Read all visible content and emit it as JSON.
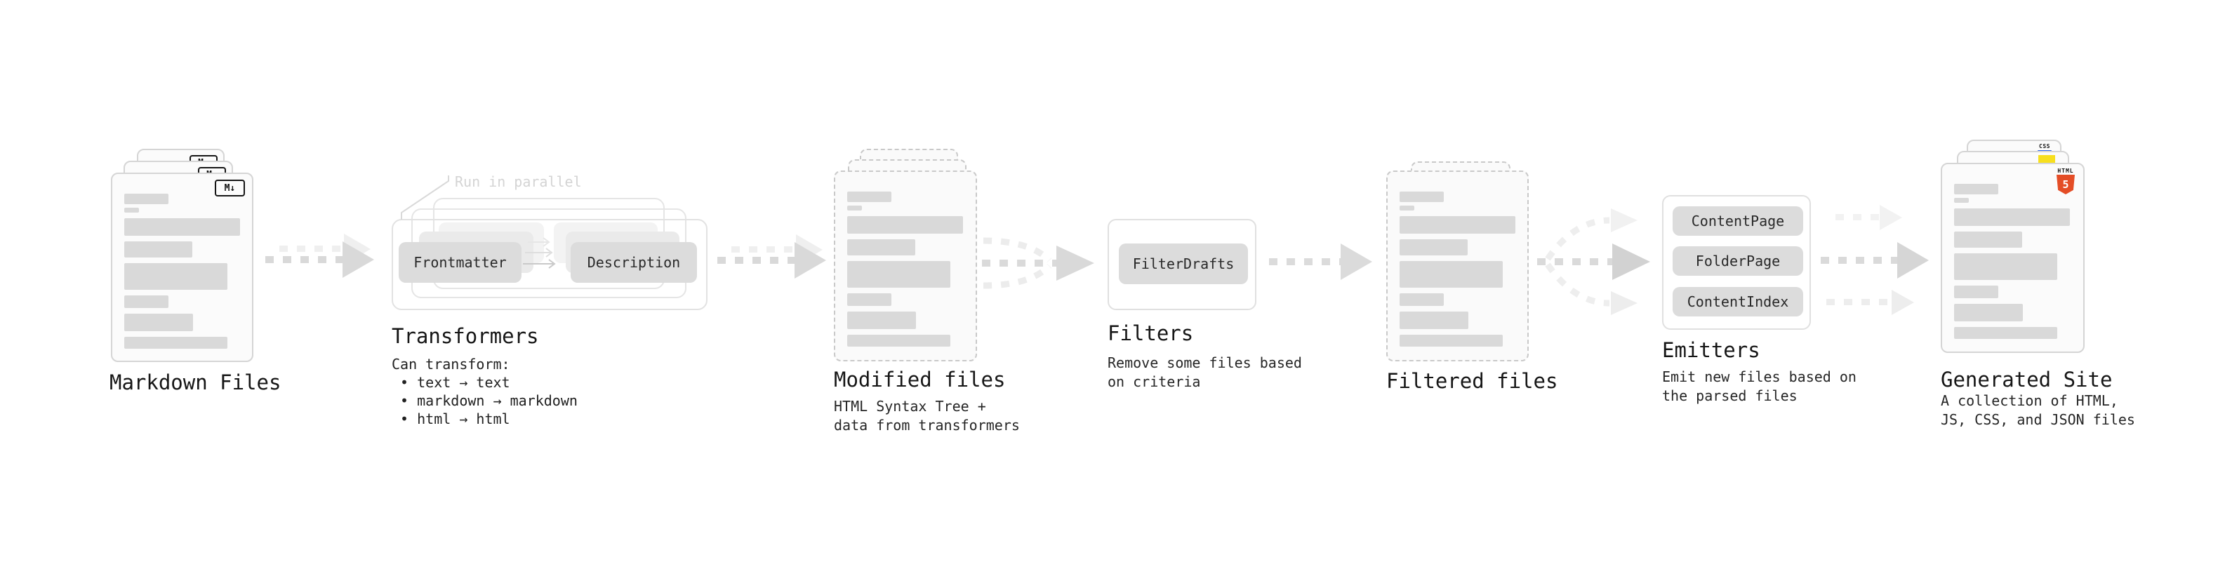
{
  "markdown": {
    "label": "Markdown Files",
    "badge": "M↓"
  },
  "transformers": {
    "title": "Transformers",
    "annotation": "Run in parallel",
    "pill_left": "Frontmatter",
    "pill_right": "Description",
    "desc_lines": [
      "Can transform:",
      " • text → text",
      " • markdown → markdown",
      " • html → html"
    ]
  },
  "modified": {
    "label": "Modified files",
    "sublines": [
      "HTML Syntax Tree +",
      "data from transformers"
    ]
  },
  "filters": {
    "title": "Filters",
    "pill": "FilterDrafts",
    "sublines": [
      "Remove some files based",
      "on criteria"
    ]
  },
  "filtered": {
    "label": "Filtered files"
  },
  "emitters": {
    "title": "Emitters",
    "pills": [
      "ContentPage",
      "FolderPage",
      "ContentIndex"
    ],
    "sublines": [
      "Emit new files based on",
      "the parsed files"
    ]
  },
  "generated": {
    "label": "Generated Site",
    "sublines": [
      "A collection of HTML,",
      "JS, CSS, and JSON files"
    ],
    "css_badge": "CSS",
    "html_badge": "HTML",
    "html_number": "5"
  },
  "colors": {
    "html5_orange": "#e44d26",
    "js_yellow": "#f7df1e",
    "css_blue": "#2965f1"
  },
  "decor": {
    "bar_widths": [
      63,
      21,
      165,
      97,
      147,
      63,
      98,
      147
    ],
    "bar_heights": [
      15,
      7,
      25,
      23,
      38,
      18,
      25,
      17
    ],
    "bar_gaps": [
      5,
      8,
      8,
      8,
      8,
      8,
      8,
      0
    ]
  }
}
